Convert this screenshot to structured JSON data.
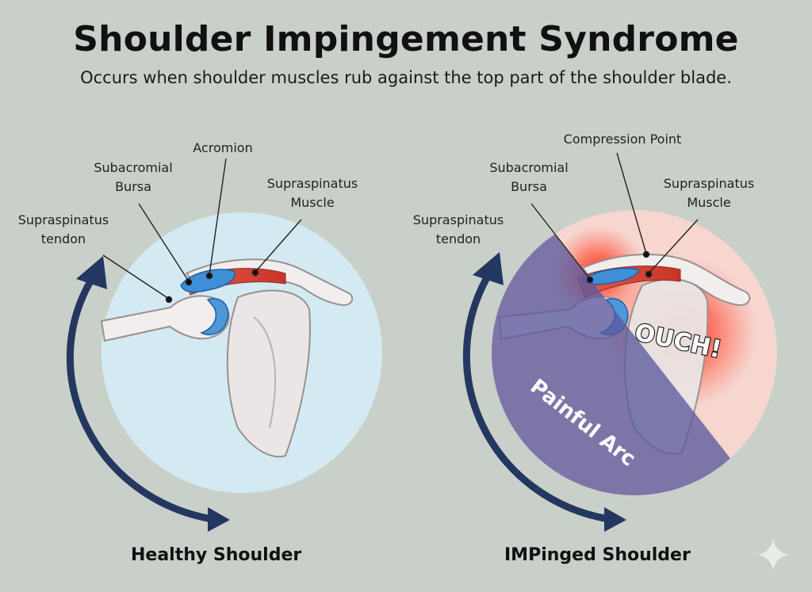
{
  "header": {
    "title": "Shoulder Impingement Syndrome",
    "subtitle": "Occurs when shoulder muscles rub against the top part of the shoulder blade."
  },
  "healthy": {
    "caption": "Healthy Shoulder",
    "labels": {
      "acromion": "Acromion",
      "bursa_line1": "Subacromial",
      "bursa_line2": "Bursa",
      "muscle_line1": "Supraspinatus",
      "muscle_line2": "Muscle",
      "tendon_line1": "Supraspinatus",
      "tendon_line2": "tendon"
    }
  },
  "impinged": {
    "caption": "IMPinged Shoulder",
    "labels": {
      "compression": "Compression Point",
      "bursa_line1": "Subacromial",
      "bursa_line2": "Bursa",
      "muscle_line1": "Supraspinatus",
      "muscle_line2": "Muscle",
      "tendon_line1": "Supraspinatus",
      "tendon_line2": "tendon"
    },
    "ouch": "OUCH!",
    "arc": "Painful Arc"
  },
  "colors": {
    "background": "#c8d0c9",
    "healthy_circle": "#d3eaf2",
    "impinged_circle": "#f6d6cf",
    "arrow": "#243761",
    "arc_overlay": "#5b5a9c",
    "bone": "#efeceb",
    "muscle": "#d9463a",
    "bursa": "#3f8fd6"
  },
  "icons": [
    "sparkle-icon"
  ]
}
